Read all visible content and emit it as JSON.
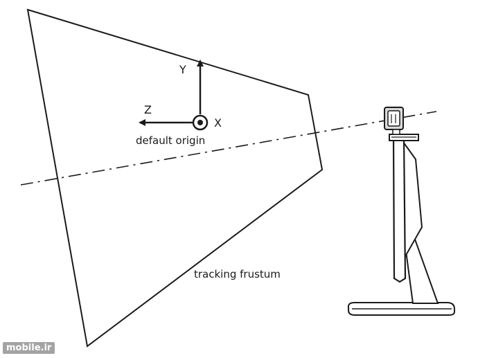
{
  "labels": {
    "axis_y": "Y",
    "axis_z": "Z",
    "axis_x": "X",
    "origin": "default origin",
    "frustum": "tracking frustum"
  },
  "watermark": "mobile.ir",
  "colors": {
    "line": "#1a1a1a",
    "background": "#ffffff",
    "monitor_fill": "#ffffff",
    "sensor_fill": "#d9d9d9"
  },
  "icons": {
    "x_axis_marker": "circled-dot-icon",
    "axis_arrows": "arrow-icon"
  }
}
